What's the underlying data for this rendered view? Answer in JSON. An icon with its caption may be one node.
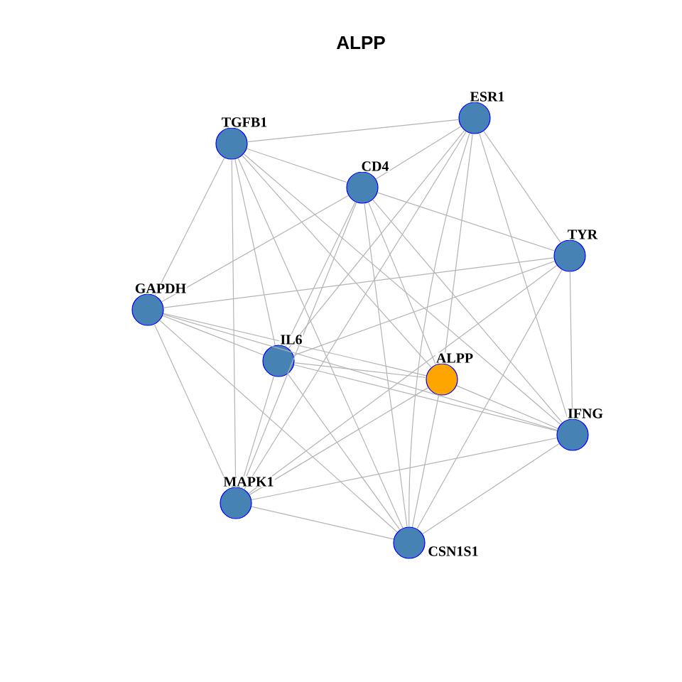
{
  "diagram": {
    "title": "ALPP",
    "nodes": [
      {
        "text": [
          "ESR1"
        ]
      },
      {
        "text": [
          "TGFB1"
        ]
      },
      {
        "text": [
          "CD4"
        ]
      },
      {
        "text": [
          "TYR"
        ]
      },
      {
        "text": [
          "GAPDH"
        ]
      },
      {
        "text": [
          "IL6"
        ]
      },
      {
        "text": [
          "ALPP"
        ]
      },
      {
        "text": [
          "IFNG"
        ]
      },
      {
        "text": [
          "MAPK1"
        ]
      },
      {
        "text": [
          "CSN1S1"
        ]
      }
    ],
    "edges": [
      {
        "from": 0,
        "to": 1,
        "arrow": "none"
      },
      {
        "from": 0,
        "to": 2,
        "arrow": "none"
      },
      {
        "from": 0,
        "to": 3,
        "arrow": "none"
      },
      {
        "from": 0,
        "to": 5,
        "arrow": "none"
      },
      {
        "from": 0,
        "to": 6,
        "arrow": "none"
      },
      {
        "from": 0,
        "to": 7,
        "arrow": "none"
      },
      {
        "from": 0,
        "to": 8,
        "arrow": "none"
      },
      {
        "from": 0,
        "to": 9,
        "arrow": "none"
      },
      {
        "from": 1,
        "to": 2,
        "arrow": "none"
      },
      {
        "from": 1,
        "to": 4,
        "arrow": "none"
      },
      {
        "from": 1,
        "to": 5,
        "arrow": "none"
      },
      {
        "from": 1,
        "to": 6,
        "arrow": "none"
      },
      {
        "from": 1,
        "to": 7,
        "arrow": "none"
      },
      {
        "from": 1,
        "to": 8,
        "arrow": "none"
      },
      {
        "from": 1,
        "to": 9,
        "arrow": "none"
      },
      {
        "from": 2,
        "to": 3,
        "arrow": "none"
      },
      {
        "from": 2,
        "to": 4,
        "arrow": "none"
      },
      {
        "from": 2,
        "to": 5,
        "arrow": "none"
      },
      {
        "from": 2,
        "to": 6,
        "arrow": "none"
      },
      {
        "from": 2,
        "to": 7,
        "arrow": "none"
      },
      {
        "from": 2,
        "to": 8,
        "arrow": "none"
      },
      {
        "from": 2,
        "to": 9,
        "arrow": "none"
      },
      {
        "from": 3,
        "to": 4,
        "arrow": "none"
      },
      {
        "from": 3,
        "to": 5,
        "arrow": "none"
      },
      {
        "from": 3,
        "to": 7,
        "arrow": "none"
      },
      {
        "from": 3,
        "to": 8,
        "arrow": "none"
      },
      {
        "from": 3,
        "to": 9,
        "arrow": "none"
      },
      {
        "from": 4,
        "to": 5,
        "arrow": "none"
      },
      {
        "from": 4,
        "to": 6,
        "arrow": "none"
      },
      {
        "from": 4,
        "to": 7,
        "arrow": "none"
      },
      {
        "from": 4,
        "to": 8,
        "arrow": "none"
      },
      {
        "from": 4,
        "to": 9,
        "arrow": "none"
      },
      {
        "from": 5,
        "to": 6,
        "arrow": "none"
      },
      {
        "from": 5,
        "to": 7,
        "arrow": "none"
      },
      {
        "from": 5,
        "to": 8,
        "arrow": "none"
      },
      {
        "from": 5,
        "to": 9,
        "arrow": "none"
      },
      {
        "from": 6,
        "to": 7,
        "arrow": "none"
      },
      {
        "from": 6,
        "to": 8,
        "arrow": "none"
      },
      {
        "from": 6,
        "to": 9,
        "arrow": "none"
      },
      {
        "from": 7,
        "to": 8,
        "arrow": "none"
      },
      {
        "from": 7,
        "to": 9,
        "arrow": "none"
      },
      {
        "from": 8,
        "to": 9,
        "arrow": "none"
      }
    ]
  }
}
